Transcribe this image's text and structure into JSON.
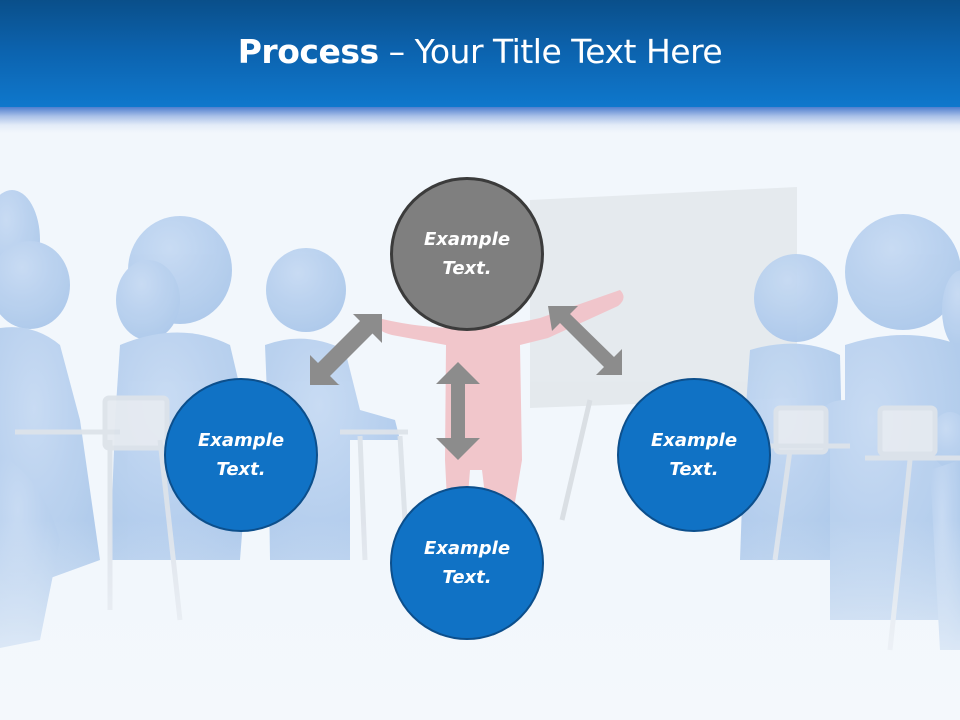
{
  "slide": {
    "title_bold": "Process",
    "title_rest": " – Your Title Text Here"
  },
  "diagram": {
    "center_node": {
      "line1": "Example",
      "line2": "Text.",
      "color": "#7f7f7f"
    },
    "nodes": [
      {
        "position": "left",
        "line1": "Example",
        "line2": "Text.",
        "color": "#1072c5"
      },
      {
        "position": "bottom",
        "line1": "Example",
        "line2": "Text.",
        "color": "#1072c5"
      },
      {
        "position": "right",
        "line1": "Example",
        "line2": "Text.",
        "color": "#1072c5"
      }
    ],
    "connectors": [
      {
        "name": "left-double-arrow",
        "color": "#8c8c8c"
      },
      {
        "name": "down-double-arrow",
        "color": "#8c8c8c"
      },
      {
        "name": "right-double-arrow",
        "color": "#8c8c8c"
      }
    ]
  },
  "theme": {
    "header_color": "#0f78cd",
    "background_color": "#f2f7fc"
  }
}
